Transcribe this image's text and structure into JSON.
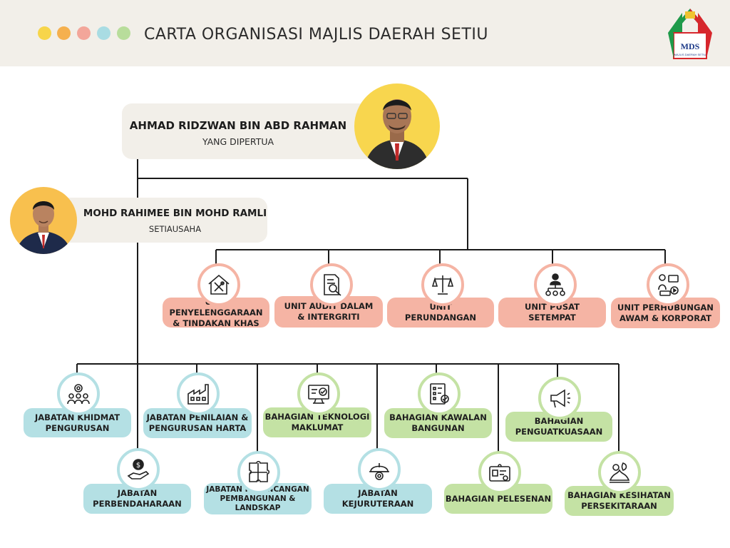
{
  "header": {
    "title": "CARTA ORGANISASI MAJLIS DAERAH SETIU",
    "dots": [
      "#f7d54a",
      "#f5b04e",
      "#f3a69a",
      "#a9dce3",
      "#b8dd9b"
    ],
    "logo_text": "MDS",
    "logo_subtext": "MAJLIS DAERAH SETIU"
  },
  "colors": {
    "salmon": "#f5b4a4",
    "teal": "#b4e0e4",
    "green": "#c4e2a4",
    "ring": "#f8e2dc"
  },
  "president": {
    "name": "AHMAD RIDZWAN BIN ABD RAHMAN",
    "role": "YANG DIPERTUA"
  },
  "secretary": {
    "name": "MOHD RAHIMEE BIN MOHD RAMLI",
    "role": "SETIAUSAHA"
  },
  "units": [
    {
      "label": "UNIT PENYELENGGARAAN\n& TINDAKAN KHAS",
      "icon": "house-tools-icon"
    },
    {
      "label": "UNIT AUDIT DALAM\n& INTERGRITI",
      "icon": "audit-document-icon"
    },
    {
      "label": "UNIT\nPERUNDANGAN",
      "icon": "scales-icon"
    },
    {
      "label": "UNIT PUSAT\nSETEMPAT",
      "icon": "hierarchy-icon"
    },
    {
      "label": "UNIT PERHUBUNGAN\nAWAM & KORPORAT",
      "icon": "public-relations-icon"
    }
  ],
  "departments": [
    {
      "label": "JABATAN KHIDMAT\nPENGURUSAN",
      "icon": "team-gear-icon"
    },
    {
      "label": "JABATAN\nPERBENDAHARAAN",
      "icon": "money-hand-icon"
    },
    {
      "label": "JABATAN PENILAIAN &\nPENGURUSAN HARTA",
      "icon": "factory-icon"
    },
    {
      "label": "JABATAN PERANCANGAN\nPEMBANGUNAN &\nLANDSKAP",
      "icon": "puzzle-icon"
    },
    {
      "label": "BAHAGIAN TEKNOLOGI\nMAKLUMAT",
      "icon": "computer-check-icon"
    },
    {
      "label": "JABATAN\nKEJURUTERAAN",
      "icon": "hard-hat-icon"
    },
    {
      "label": "BAHAGIAN KAWALAN\nBANGUNAN",
      "icon": "checklist-icon"
    },
    {
      "label": "BAHAGIAN PELESENAN",
      "icon": "license-card-icon"
    },
    {
      "label": "BAHAGIAN\nPENGUATKUASAAN",
      "icon": "megaphone-icon"
    },
    {
      "label": "BAHAGIAN KESIHATAN\nPERSEKITARAAN",
      "icon": "environment-icon"
    }
  ]
}
